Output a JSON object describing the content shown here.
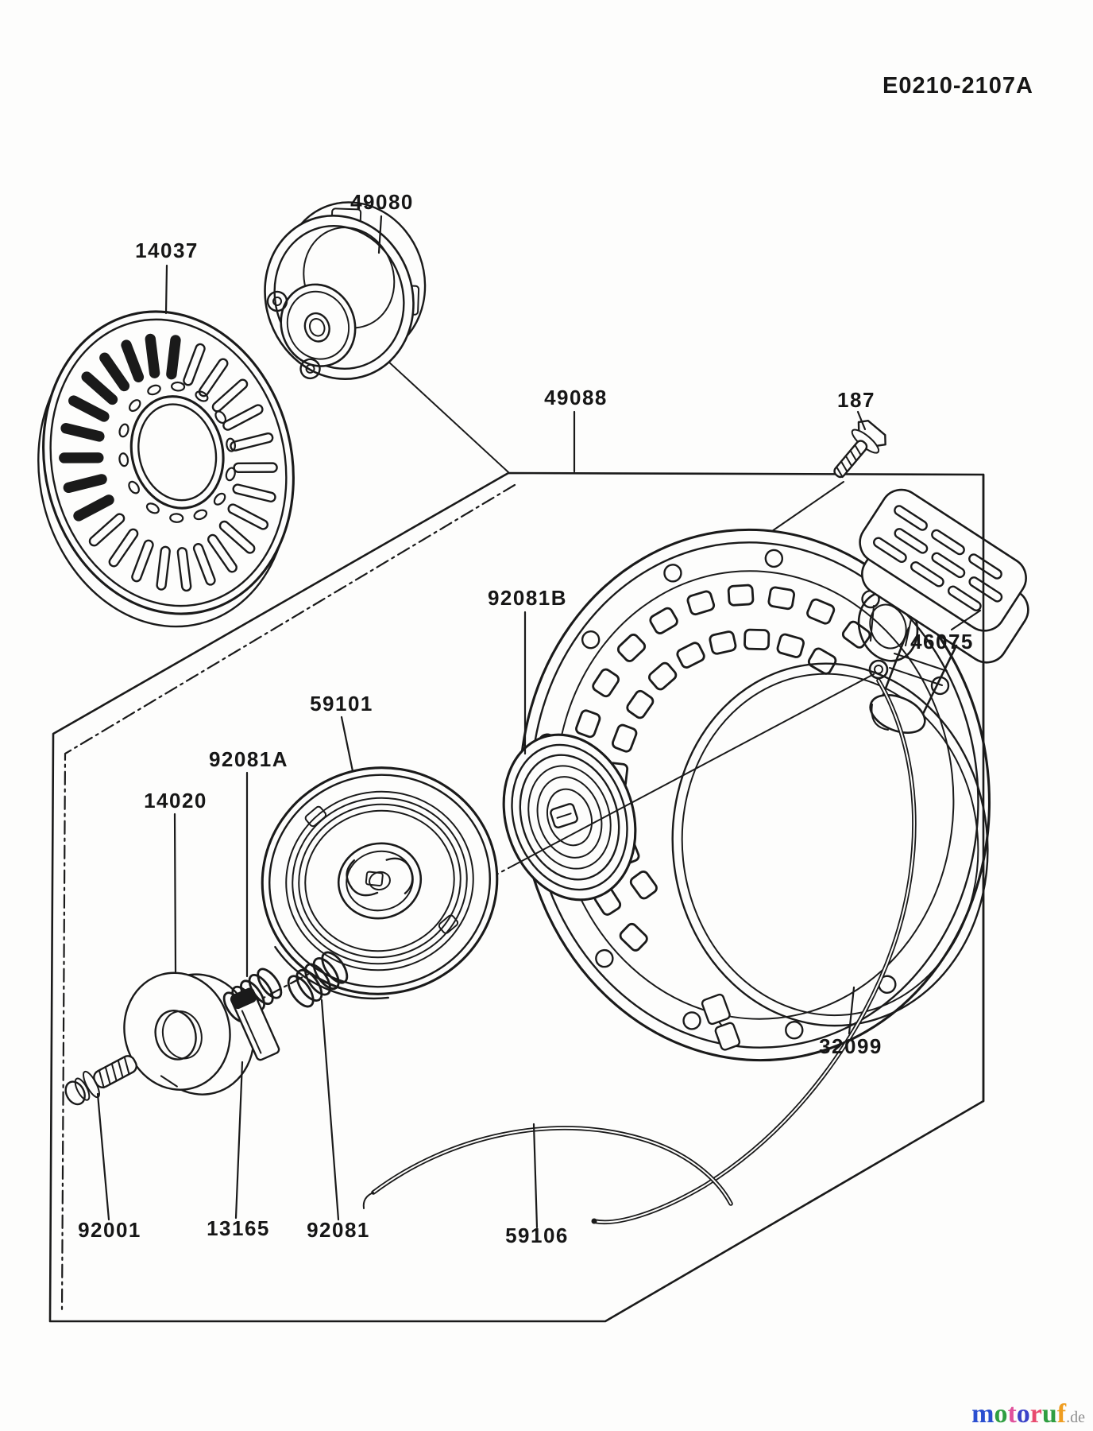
{
  "doc": {
    "code": "E0210-2107A"
  },
  "diagram": {
    "type": "exploded-parts-diagram",
    "subject": "recoil starter assembly",
    "parts": [
      {
        "label": "14037"
      },
      {
        "label": "49080"
      },
      {
        "label": "49088"
      },
      {
        "label": "187"
      },
      {
        "label": "92081B"
      },
      {
        "label": "46075"
      },
      {
        "label": "59101"
      },
      {
        "label": "92081A"
      },
      {
        "label": "14020"
      },
      {
        "label": "32099"
      },
      {
        "label": "92001"
      },
      {
        "label": "13165"
      },
      {
        "label": "92081"
      },
      {
        "label": "59106"
      }
    ],
    "ink_color": "#1a1a1a",
    "background_color": "#fdfdfc"
  },
  "watermark": {
    "letters": [
      {
        "char": "m",
        "color": "#2b4fd0"
      },
      {
        "char": "o",
        "color": "#2f9e41"
      },
      {
        "char": "t",
        "color": "#e0529c"
      },
      {
        "char": "o",
        "color": "#3c43c8"
      },
      {
        "char": "r",
        "color": "#e84a6e"
      },
      {
        "char": "u",
        "color": "#2f9e41"
      },
      {
        "char": "f",
        "color": "#ef9d20"
      }
    ],
    "suffix": {
      "text": ".de",
      "color": "#8f8f8f"
    }
  }
}
